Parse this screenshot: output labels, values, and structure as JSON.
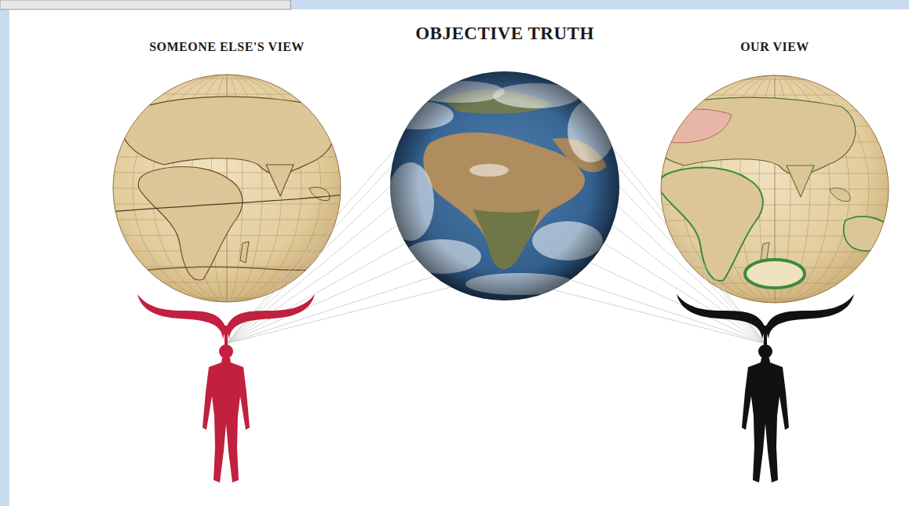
{
  "diagram": {
    "nodes": [
      {
        "text": [
          "SOMEONE ELSE'S VIEW"
        ]
      },
      {
        "text": [
          "OBJECTIVE TRUTH"
        ]
      },
      {
        "text": [
          "OUR VIEW"
        ]
      }
    ]
  }
}
